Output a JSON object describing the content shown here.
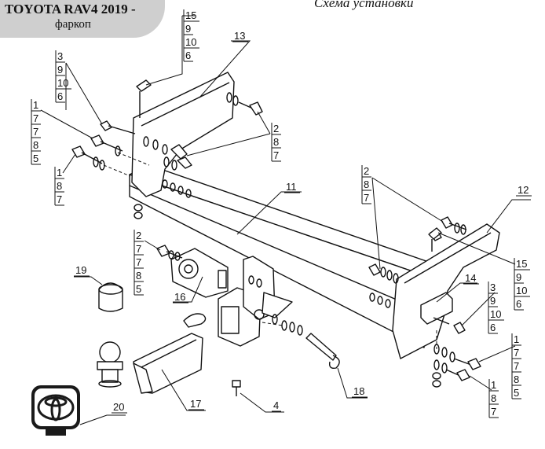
{
  "header": {
    "title": "TOYOTA RAV4 2019 -",
    "subtitle": "фаркоп",
    "scheme_title": "Схема установки"
  },
  "callouts": {
    "c15a": [
      "15",
      "9",
      "10",
      "6"
    ],
    "c13": [
      "13"
    ],
    "c3a": [
      "3",
      "9",
      "10",
      "6"
    ],
    "c1a": [
      "1",
      "7",
      "7",
      "8",
      "5"
    ],
    "c2a": [
      "2",
      "8",
      "7"
    ],
    "c1b": [
      "1",
      "8",
      "7"
    ],
    "c11": [
      "11"
    ],
    "c2b": [
      "2",
      "8",
      "7"
    ],
    "c12": [
      "12"
    ],
    "c2c": [
      "2",
      "7",
      "7",
      "8",
      "5"
    ],
    "c19": [
      "19"
    ],
    "c16": [
      "16"
    ],
    "c15b": [
      "15",
      "9",
      "10",
      "6"
    ],
    "c14": [
      "14"
    ],
    "c3b": [
      "3",
      "9",
      "10",
      "6"
    ],
    "c1c": [
      "1",
      "7",
      "7",
      "8",
      "5"
    ],
    "c1d": [
      "1",
      "8",
      "7"
    ],
    "c18": [
      "18"
    ],
    "c4": [
      "4"
    ],
    "c17": [
      "17"
    ],
    "c20": [
      "20"
    ]
  }
}
